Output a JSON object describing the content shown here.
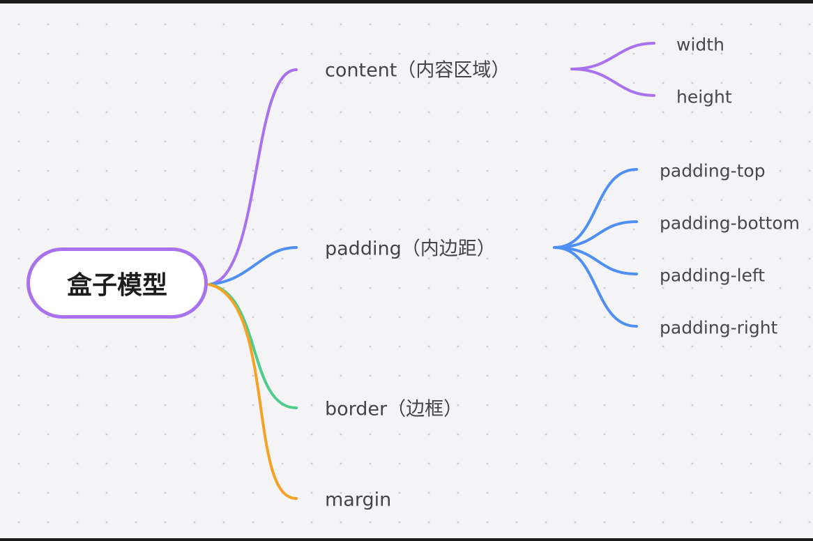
{
  "mindmap": {
    "root": "盒子模型",
    "branches": [
      {
        "id": "content",
        "label": "content（内容区域）",
        "color": "#a872ee",
        "children": [
          "width",
          "height"
        ]
      },
      {
        "id": "padding",
        "label": "padding（内边距）",
        "color": "#4f8ff4",
        "children": [
          "padding-top",
          "padding-bottom",
          "padding-left",
          "padding-right"
        ]
      },
      {
        "id": "border",
        "label": "border（边框）",
        "color": "#4dcc8c",
        "children": []
      },
      {
        "id": "margin",
        "label": "margin",
        "color": "#f4a225",
        "children": []
      }
    ]
  }
}
